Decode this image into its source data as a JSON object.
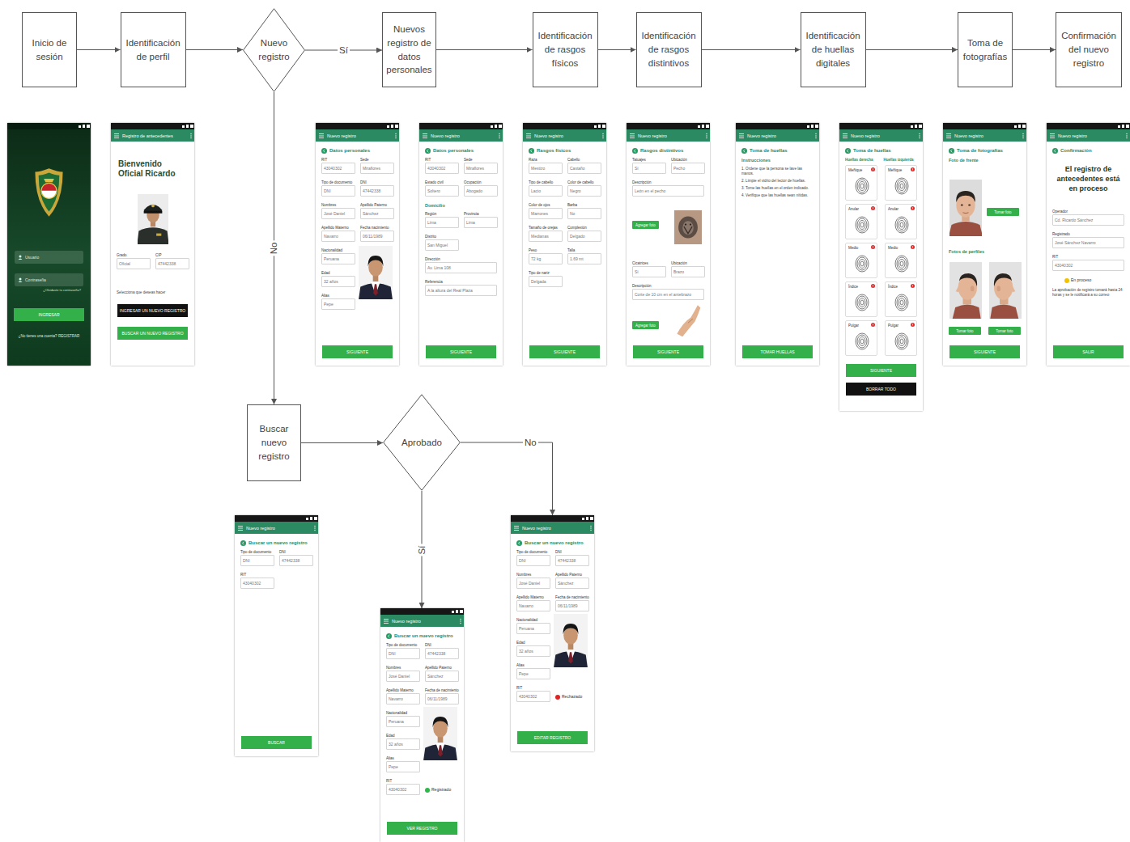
{
  "diagram": {
    "nodes": [
      {
        "text": [
          "Inicio de sesión"
        ]
      },
      {
        "text": [
          "Identificación de perfil"
        ]
      },
      {
        "text": [
          "Nuevo registro"
        ]
      },
      {
        "text": [
          "Nuevos registro de datos personales"
        ]
      },
      {
        "text": [
          "Identificación de rasgos físicos"
        ]
      },
      {
        "text": [
          "Identificación de rasgos distintivos"
        ]
      },
      {
        "text": [
          "Identificación de huellas digitales"
        ]
      },
      {
        "text": [
          "Toma de fotografías"
        ]
      },
      {
        "text": [
          "Confirmación del nuevo registro"
        ]
      },
      {
        "text": [
          "Usuario",
          "Contraseña",
          "¿Olvidaste tu contraseña?",
          "INGRESAR",
          "¿No tienes una cuenta? REGISTRAR"
        ]
      },
      {
        "text": [
          "Registro de antecedentes",
          "Bienvenido Oficial Ricardo",
          "Grado",
          "Oficial",
          "CIP",
          "47442338",
          "Selecciona que deseas hacer",
          "INGRESAR UN NUEVO REGISTRO",
          "BUSCAR UN NUEVO REGISTRO"
        ]
      },
      {
        "text": [
          "Nuevo registro",
          "Datos personales",
          "RIT",
          "43040302",
          "Sede",
          "Miraflores",
          "Tipo de documento",
          "DNI",
          "DNI",
          "47442338",
          "Nombres",
          "José Daniel",
          "Apellido Paterno",
          "Sánchez",
          "Apellido Materno",
          "Navarro",
          "Fecha nacimiento",
          "06/11/1989",
          "Nacionalidad",
          "Peruana",
          "Edad",
          "32 años",
          "Alias",
          "Pepe",
          "SIGUIENTE"
        ]
      },
      {
        "text": [
          "Nuevo registro",
          "Datos personales",
          "RIT",
          "43040302",
          "Sede",
          "Miraflores",
          "Estado civil",
          "Soltero",
          "Ocupación",
          "Abogado",
          "Domicilio",
          "Región",
          "Lima",
          "Provincia",
          "Lima",
          "Distrito",
          "San Miguel",
          "Dirección",
          "Av. Lima 108",
          "Referencia",
          "A la altura del Real Plaza",
          "SIGUIENTE"
        ]
      },
      {
        "text": [
          "Nuevo registro",
          "Rasgos físicos",
          "Raza",
          "Mestizo",
          "Cabello",
          "Castaño",
          "Tipo de cabello",
          "Lacio",
          "Color de cabello",
          "Negro",
          "Color de ojos",
          "Marrones",
          "Barba",
          "No",
          "Tamaño de orejas",
          "Medianas",
          "Complexión",
          "Delgado",
          "Peso",
          "72 kg",
          "Talla",
          "1.69 mt",
          "Tipo de nariz",
          "Delgada",
          "SIGUIENTE"
        ]
      },
      {
        "text": [
          "Nuevo registro",
          "Rasgos distintivos",
          "Tatuajes",
          "Sí",
          "Ubicación",
          "Pecho",
          "Descripción",
          "León en el pecho",
          "Agregar foto",
          "Cicatrices",
          "Sí",
          "Ubicación",
          "Brazo",
          "Descripción",
          "Corte de 10 cm en el antebrazo",
          "Agregar foto",
          "SIGUIENTE"
        ]
      },
      {
        "text": [
          "Nuevo registro",
          "Toma de huellas",
          "Instrucciones",
          "1. Ordene que la persona se lave las manos.",
          "2. Limpie el vidrio del lector de huellas.",
          "3. Tome las huellas en el orden indicado.",
          "4. Verifique que las huellas sean nítidas.",
          "TOMAR HUELLAS"
        ]
      },
      {
        "text": [
          "Nuevo registro",
          "Toma de huellas",
          "Huellas derecha",
          "Huellas izquierda",
          "Meñique",
          "Meñique",
          "Anular",
          "Anular",
          "Medio",
          "Medio",
          "Índice",
          "Índice",
          "Pulgar",
          "Pulgar",
          "SIGUIENTE",
          "BORRAR TODO"
        ]
      },
      {
        "text": [
          "Nuevo registro",
          "Toma de fotografías",
          "Foto de frente",
          "Tomar foto",
          "Fotos de perfiles",
          "Tomar foto",
          "Tomar foto",
          "SIGUIENTE"
        ]
      },
      {
        "text": [
          "Nuevo registro",
          "Confirmación",
          "El registro de antecedentes está en proceso",
          "Operador",
          "Cd. Ricardo Sánchez",
          "Registrado",
          "José Sánchez Navarro",
          "RIT",
          "43040302",
          "En proceso",
          "La aprobación de registro tomará hasta 24 horas y se le notificará a su correo",
          "SALIR"
        ]
      },
      {
        "text": [
          "Buscar nuevo registro"
        ]
      },
      {
        "text": [
          "Aprobado"
        ]
      },
      {
        "text": [
          "Nuevo registro",
          "Buscar un nuevo registro",
          "Tipo de documento",
          "DNI",
          "DNI",
          "47442338",
          "RIT",
          "43040302",
          "BUSCAR"
        ]
      },
      {
        "text": [
          "Nuevo registro",
          "Buscar un nuevo registro",
          "Tipo de documento",
          "DNI",
          "DNI",
          "47442338",
          "Nombres",
          "José Daniel",
          "Apellido Paterno",
          "Sánchez",
          "Apellido Materno",
          "Navarro",
          "Fecha de nacimiento",
          "06/11/1989",
          "Nacionalidad",
          "Peruana",
          "Edad",
          "32 años",
          "Alias",
          "Pepe",
          "RIT",
          "43040302",
          "Rechazado",
          "EDITAR REGISTRO"
        ]
      },
      {
        "text": [
          "Nuevo registro",
          "Buscar un nuevo registro",
          "Tipo de documento",
          "DNI",
          "DNI",
          "47442338",
          "Nombres",
          "José Daniel",
          "Apellido Paterno",
          "Sánchez",
          "Apellido Materno",
          "Navarro",
          "Fecha de nacimiento",
          "06/11/1989",
          "Nacionalidad",
          "Peruana",
          "Edad",
          "32 años",
          "Alias",
          "Pepe",
          "RIT",
          "43040302",
          "Registrado",
          "VER REGISTRO"
        ]
      }
    ],
    "edges": [
      {
        "from": 0,
        "to": 1,
        "arrow": "to"
      },
      {
        "from": 1,
        "to": 2,
        "arrow": "to"
      },
      {
        "from": 2,
        "to": 3,
        "label": "Sí",
        "arrow": "to"
      },
      {
        "from": 3,
        "to": 4,
        "arrow": "to"
      },
      {
        "from": 4,
        "to": 5,
        "arrow": "to"
      },
      {
        "from": 5,
        "to": 6,
        "arrow": "to"
      },
      {
        "from": 6,
        "to": 7,
        "arrow": "to"
      },
      {
        "from": 7,
        "to": 8,
        "arrow": "to"
      },
      {
        "from": 2,
        "to": 19,
        "label": "No",
        "arrow": "to"
      },
      {
        "from": 19,
        "to": 20,
        "arrow": "to"
      },
      {
        "from": 20,
        "to": 22,
        "label": "No",
        "arrow": "to"
      },
      {
        "from": 20,
        "to": 23,
        "label": "Sí",
        "arrow": "to"
      }
    ]
  }
}
